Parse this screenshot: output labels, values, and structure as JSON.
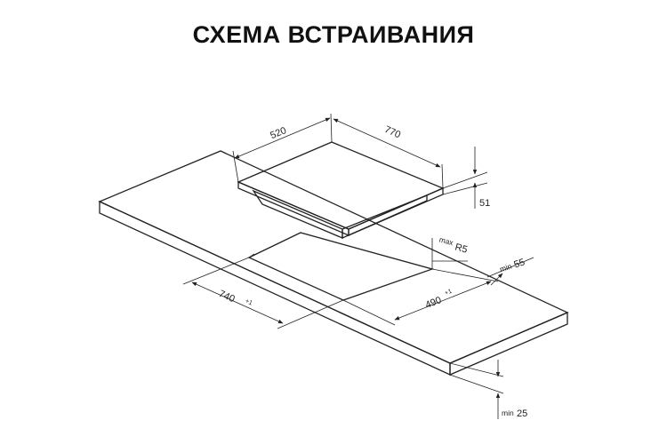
{
  "title": "СХЕМА ВСТРАИВАНИЯ",
  "colors": {
    "line": "#222222",
    "background": "#ffffff",
    "text": "#111111"
  },
  "dimensions": {
    "hob_width": {
      "value": "520"
    },
    "hob_depth": {
      "value": "770"
    },
    "hob_height": {
      "value": "51"
    },
    "cutout_width": {
      "value": "740",
      "tolerance": "+1"
    },
    "cutout_depth": {
      "value": "490",
      "tolerance": "+1"
    },
    "corner_radius": {
      "prefix": "max",
      "value": "R5"
    },
    "edge_distance": {
      "prefix": "min",
      "value": "55"
    },
    "countertop_thickness": {
      "prefix": "min",
      "value": "25"
    }
  }
}
